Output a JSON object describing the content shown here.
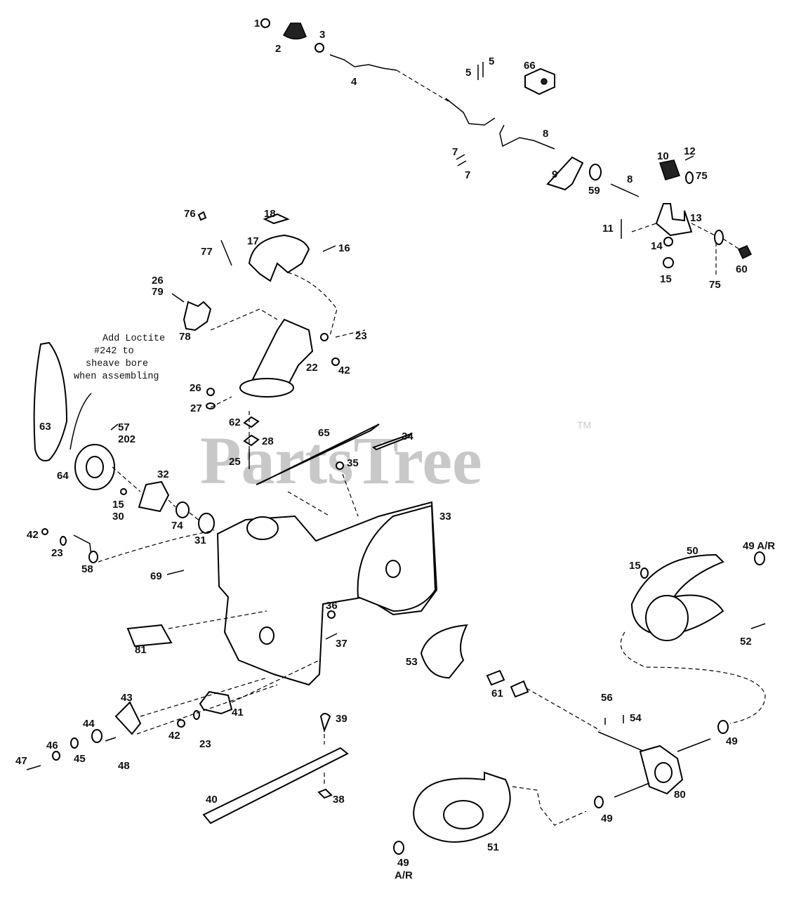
{
  "watermark": {
    "text": "PartsTree",
    "trademark": "TM"
  },
  "note": {
    "lines": [
      "Add Loctite",
      "#242 to",
      "sheave bore",
      "when assembling"
    ]
  },
  "labels": {
    "p1": "1",
    "p2": "2",
    "p3": "3",
    "p4": "4",
    "p5a": "5",
    "p5b": "5",
    "p66": "66",
    "p7a": "7",
    "p7b": "7",
    "p8a": "8",
    "p8b": "8",
    "p9": "9",
    "p59": "59",
    "p10": "10",
    "p12": "12",
    "p75a": "75",
    "p13": "13",
    "p11": "11",
    "p14": "14",
    "p15a": "15",
    "p75b": "75",
    "p60": "60",
    "p76": "76",
    "p18": "18",
    "p77": "77",
    "p17": "17",
    "p16": "16",
    "p26a": "26",
    "p79": "79",
    "p78": "78",
    "p23a": "23",
    "p22": "22",
    "p42a": "42",
    "p26b": "26",
    "p27": "27",
    "p62": "62",
    "p28": "28",
    "p25": "25",
    "p65": "65",
    "p34": "34",
    "p35": "35",
    "p63": "63",
    "p57": "57",
    "p202": "202",
    "p64": "64",
    "p32": "32",
    "p15b": "15",
    "p30": "30",
    "p74": "74",
    "p31": "31",
    "p33": "33",
    "p42b": "42",
    "p23b": "23",
    "p58": "58",
    "p69": "69",
    "p50": "50",
    "p49a": "49 A/R",
    "p15c": "15",
    "p52": "52",
    "p36": "36",
    "p37": "37",
    "p81": "81",
    "p53": "53",
    "p61": "61",
    "p43": "43",
    "p41": "41",
    "p44": "44",
    "p42c": "42",
    "p23c": "23",
    "p46": "46",
    "p45": "45",
    "p47": "47",
    "p48": "48",
    "p39": "39",
    "p56": "56",
    "p54": "54",
    "p49b": "49",
    "p80": "80",
    "p40": "40",
    "p38": "38",
    "p49c": "49",
    "p51": "51",
    "p49d": "49",
    "p49e": "A/R"
  }
}
